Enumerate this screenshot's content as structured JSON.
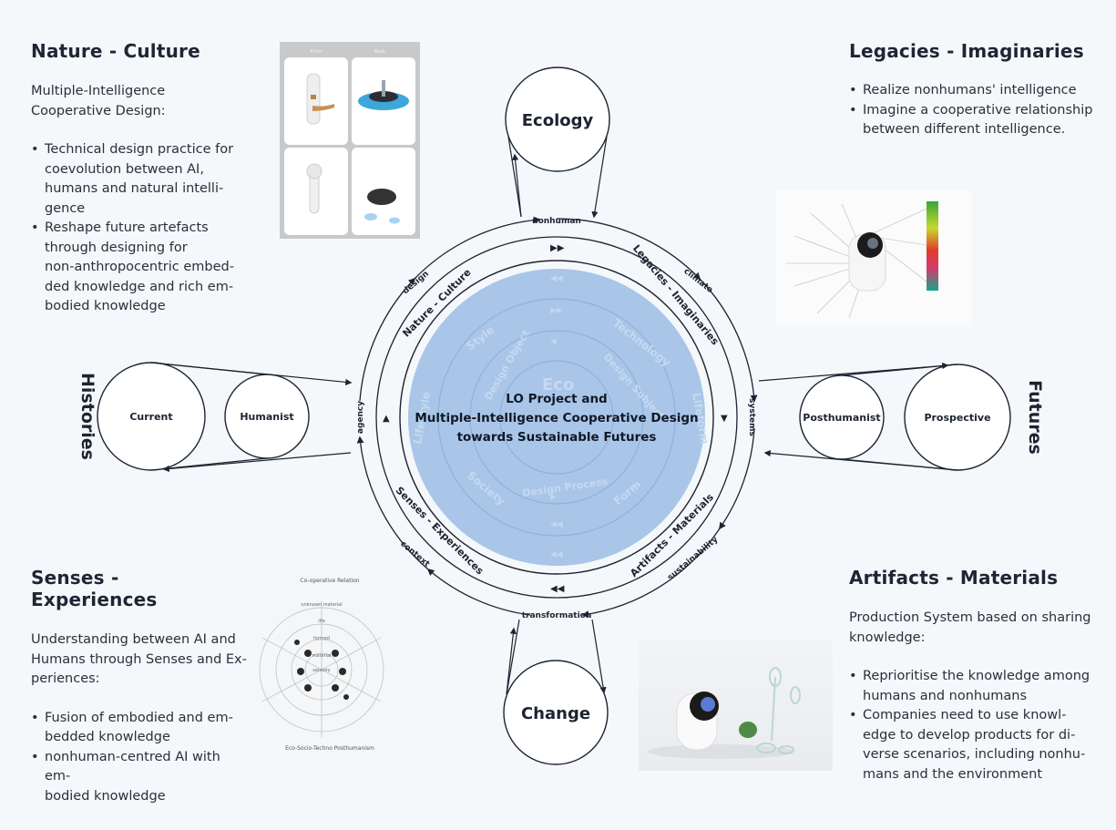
{
  "colors": {
    "background": "#f4f8fb",
    "center_fill": "#a9c6e8",
    "ink": "#1d2330"
  },
  "nature_culture": {
    "title": "Nature - Culture",
    "intro": [
      "Multiple-Intelligence",
      "Cooperative Design:"
    ],
    "bullets": [
      [
        "Technical design practice for",
        "coevolution between AI,",
        "humans and natural intelli-",
        "gence"
      ],
      [
        "Reshape future artefacts",
        "through designing for",
        "non-anthropocentric embed-",
        "ded knowledge and rich em-",
        "bodied knowledge"
      ]
    ]
  },
  "legacies_imaginaries": {
    "title": "Legacies - Imaginaries",
    "bullets": [
      [
        "Realize nonhumans' intelligence"
      ],
      [
        "Imagine a cooperative relationship",
        "between different intelligence."
      ]
    ]
  },
  "senses_experiences": {
    "title": "Senses - Experiences",
    "intro": [
      "Understanding between AI and",
      "Humans through Senses and Ex-",
      "periences:"
    ],
    "bullets": [
      [
        "Fusion of embodied and em-",
        "bedded knowledge"
      ],
      [
        "nonhuman-centred AI with em-",
        "bodied knowledge"
      ]
    ]
  },
  "artifacts_materials": {
    "title": "Artifacts - Materials",
    "intro": [
      "Production System based on sharing",
      "knowledge:"
    ],
    "bullets": [
      [
        "Reprioritise the knowledge among",
        "humans and nonhumans"
      ],
      [
        "Companies need to use knowl-",
        "edge to develop products for di-",
        "verse scenarios, including nonhu-",
        "mans and the environment"
      ]
    ]
  },
  "diagram": {
    "center_title": [
      "LO Project and",
      "Multiple-Intelligence Cooperative Design",
      "towards Sustainable Futures"
    ],
    "top_circle": "Ecology",
    "bottom_circle": "Change",
    "left_side_label": "Histories",
    "right_side_label": "Futures",
    "left_circles": [
      "Current",
      "Humanist"
    ],
    "right_circles": [
      "Posthumanist",
      "Prospective"
    ],
    "outer_ring_labels": [
      "nonhuman",
      "climate",
      "systems",
      "sustainability",
      "transformation",
      "context",
      "agency",
      "design"
    ],
    "inner_ring_labels": [
      "Nature - Culture",
      "Legacies - Imaginaries",
      "Artifacts - Materials",
      "Senses - Experiences"
    ],
    "faint_labels": [
      "Eco",
      "Style",
      "Technology",
      "Design Subject",
      "Design Object",
      "Lifestyle",
      "Lifeform",
      "Society",
      "Form",
      "Design Process"
    ]
  },
  "images": {
    "product_sheet": {
      "headers": [
        "Front",
        "Back"
      ],
      "icon": "product-sheet-image"
    },
    "spectrum_study": {
      "icon": "spectrum-study-image",
      "colors": [
        "#3aa63a",
        "#c6d82c",
        "#e23b2b",
        "#d23a6e",
        "#19a38c"
      ]
    },
    "cooperative_relation": {
      "title": "Co-operative Relation",
      "footer": "Eco-Socio-Techno Posthumanism",
      "rings": [
        "unknown material",
        "life",
        "formed",
        "material",
        "sensory"
      ],
      "icon": "cooperative-relation-image"
    },
    "product_photo": {
      "icon": "product-photo-image"
    }
  }
}
